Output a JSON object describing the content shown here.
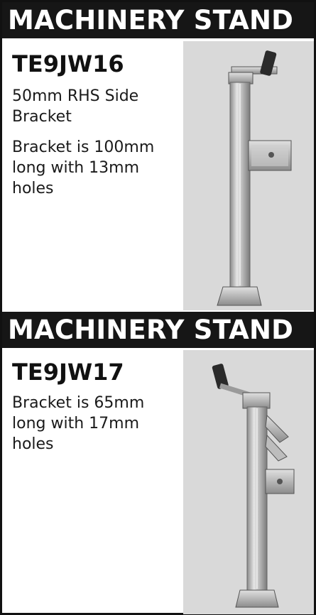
{
  "products": [
    {
      "heading": "MACHINERY STAND",
      "model": "TE9JW16",
      "description": [
        "50mm RHS Side Bracket",
        "Bracket is 100mm long with 13mm holes"
      ],
      "image_icon": "side-bracket-jack-stand-icon"
    },
    {
      "heading": "MACHINERY STAND",
      "model": "TE9JW17",
      "description": [
        "Bracket is 65mm long with 17mm holes"
      ],
      "image_icon": "swivel-bracket-jack-stand-icon"
    }
  ],
  "colors": {
    "band": "#161616",
    "photo_background": "#d9d9d9",
    "border": "#111111"
  }
}
